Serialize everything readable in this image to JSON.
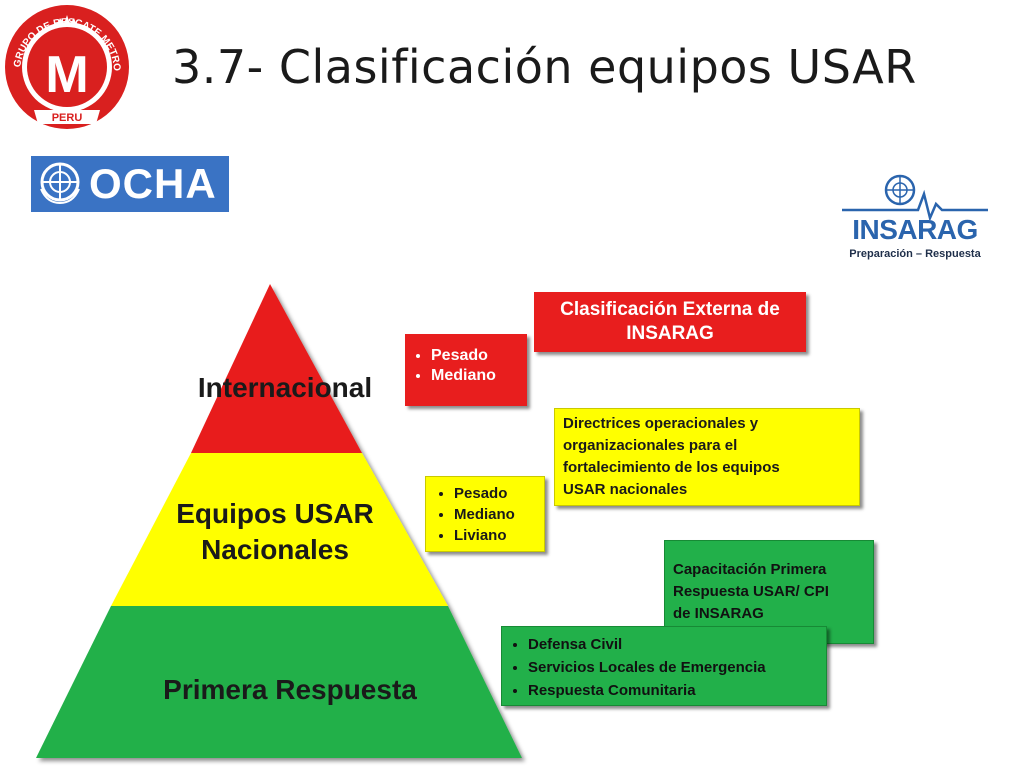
{
  "slide": {
    "title": "3.7- Clasificación equipos USAR"
  },
  "logos": {
    "rescate": {
      "ring_text": "GRUPO DE RESCATE METROPOLITANO",
      "letter": "M",
      "country": "PERU"
    },
    "ocha": {
      "text": "OCHA"
    },
    "insarag": {
      "text": "INSARAG",
      "subtitle": "Preparación – Respuesta"
    }
  },
  "pyramid": {
    "tiers": [
      {
        "label": "Internacional",
        "color": "#e81e1e"
      },
      {
        "label_line1": "Equipos USAR",
        "label_line2": "Nacionales",
        "color": "#ffff00"
      },
      {
        "label": "Primera Respuesta",
        "color": "#22b04a"
      }
    ]
  },
  "boxes": {
    "clasificacion": {
      "line1": "Clasificación Externa de",
      "line2": "INSARAG"
    },
    "international_types": {
      "items": [
        "Pesado",
        "Mediano"
      ]
    },
    "directrices": {
      "lines": [
        "Directrices operacionales y",
        "organizacionales para el",
        "fortalecimiento de los equipos",
        "USAR nacionales"
      ]
    },
    "national_types": {
      "items": [
        "Pesado",
        "Mediano",
        "Liviano"
      ]
    },
    "capacitacion": {
      "lines": [
        "Capacitación Primera",
        "Respuesta USAR/ CPI",
        "de INSARAG"
      ]
    },
    "first_response": {
      "items": [
        "Defensa Civil",
        "Servicios Locales de Emergencia",
        "Respuesta Comunitaria"
      ]
    }
  },
  "colors": {
    "red": "#e81e1e",
    "yellow": "#ffff00",
    "green": "#22b04a",
    "ocha_blue": "#3a73c4",
    "insarag_blue": "#2a64ad"
  }
}
